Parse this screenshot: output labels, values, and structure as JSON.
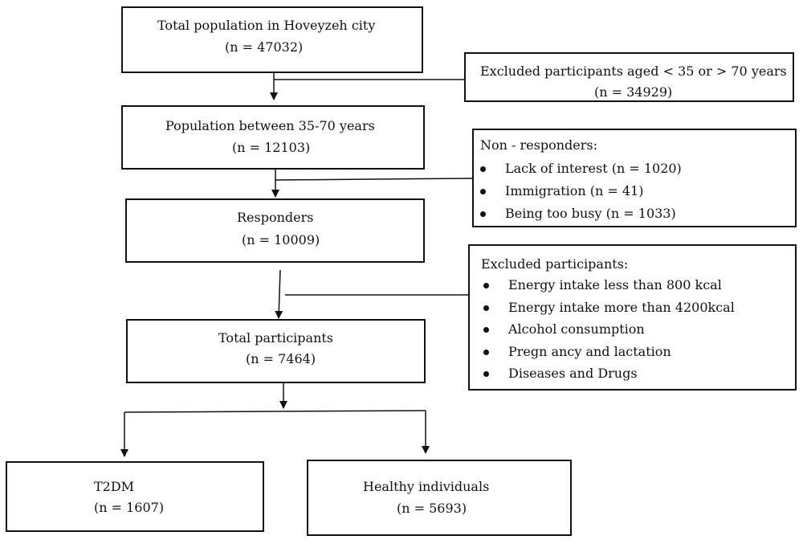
{
  "boxes": {
    "total_population": {
      "title": "Total population in Hoveyzeh city",
      "n": "(n = 47032)"
    },
    "population_35_70": {
      "title": "Population between 35-70 years",
      "n": "(n = 12103)"
    },
    "responders": {
      "title": "Responders",
      "n": "(n = 10009)"
    },
    "total_participants": {
      "title": "Total participants",
      "n": "(n = 7464)"
    },
    "t2dm": {
      "title": "T2DM",
      "n": "(n = 1607)"
    },
    "healthy": {
      "title": "Healthy individuals",
      "n": "(n = 5693)"
    }
  },
  "side_boxes": {
    "excluded_age": {
      "title": "Excluded participants aged < 35 or > 70 years",
      "n": "(n = 34929)"
    },
    "non_responders": {
      "title": "Non - responders:",
      "items": [
        "Lack of interest (n = 1020)",
        "Immigration (n = 41)",
        "Being too busy (n = 1033)"
      ]
    },
    "excluded_participants": {
      "title": "Excluded participants:",
      "items": [
        "Energy intake less than 800 kcal",
        " Energy intake more than 4200kcal",
        "Alcohol consumption",
        "Pregn ancy and lactation",
        "Diseases and Drugs"
      ]
    }
  },
  "colors": {
    "line": "#111111",
    "background": "#ffffff"
  }
}
